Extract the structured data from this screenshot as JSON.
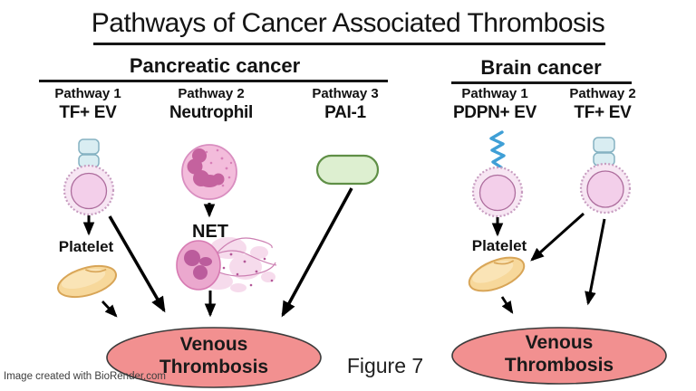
{
  "title": "Pathways of Cancer Associated Thrombosis",
  "figure_label": "Figure 7",
  "credit": "Image created with BioRender.com",
  "sections": {
    "pancreatic": {
      "header": "Pancreatic cancer",
      "pathways": [
        {
          "label": "Pathway 1",
          "name": "TF+ EV"
        },
        {
          "label": "Pathway 2",
          "name": "Neutrophil"
        },
        {
          "label": "Pathway 3",
          "name": "PAI-1"
        }
      ],
      "platelet_label": "Platelet",
      "net_label": "NET",
      "outcome": {
        "line1": "Venous",
        "line2": "Thrombosis"
      }
    },
    "brain": {
      "header": "Brain cancer",
      "pathways": [
        {
          "label": "Pathway 1",
          "name": "PDPN+ EV"
        },
        {
          "label": "Pathway 2",
          "name": "TF+ EV"
        }
      ],
      "platelet_label": "Platelet",
      "outcome": {
        "line1": "Venous",
        "line2": "Thrombosis"
      }
    }
  },
  "colors": {
    "arrow": "#000000",
    "outcome_fill": "#f29090",
    "outcome_stroke": "#3b3b3b",
    "vesicle_outer": "#f7e6f3",
    "vesicle_membrane": "#c79cc0",
    "vesicle_inner": "#f3cfea",
    "vesicle_inner_stroke": "#ad6d9d",
    "receptor_fill": "#d9edf2",
    "receptor_stroke": "#85b2c2",
    "neutrophil_body": "#f3bcdb",
    "neutrophil_stroke": "#d98ec0",
    "neutrophil_nucleus": "#c4629e",
    "net_blob": "#f4cfe6",
    "net_cell": "#eba8ce",
    "net_nucleus": "#bb5c9c",
    "pai1_fill": "#ddefd0",
    "pai1_stroke": "#5f8f46",
    "platelet_fill": "#f7d89b",
    "platelet_stroke": "#d8a557",
    "platelet_highlight": "#fae4b6",
    "pdpn_squiggle": "#3f9fd6"
  }
}
